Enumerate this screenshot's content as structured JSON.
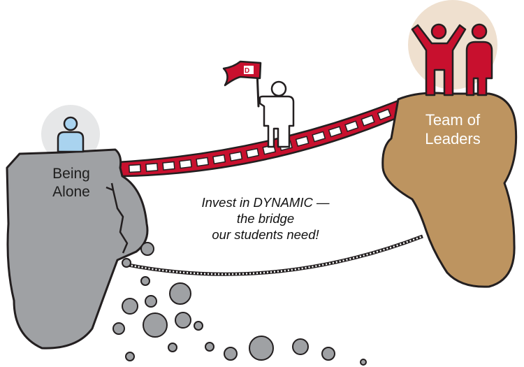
{
  "left_cliff": {
    "label_line1": "Being",
    "label_line2": "Alone"
  },
  "right_cliff": {
    "label_line1": "Team of",
    "label_line2": "Leaders"
  },
  "tagline": {
    "line1": "Invest in DYNAMIC —",
    "line2": "the bridge",
    "line3": "our students need!"
  },
  "flag": {
    "letter": "D"
  },
  "colors": {
    "brand_red": "#c8102e",
    "rock_gray": "#9fa1a4",
    "rock_tan": "#bd9460",
    "person_blue": "#a9d3ef",
    "halo_gray": "#e6e7e8",
    "halo_beige": "#efe0cf",
    "outline": "#231f20"
  }
}
